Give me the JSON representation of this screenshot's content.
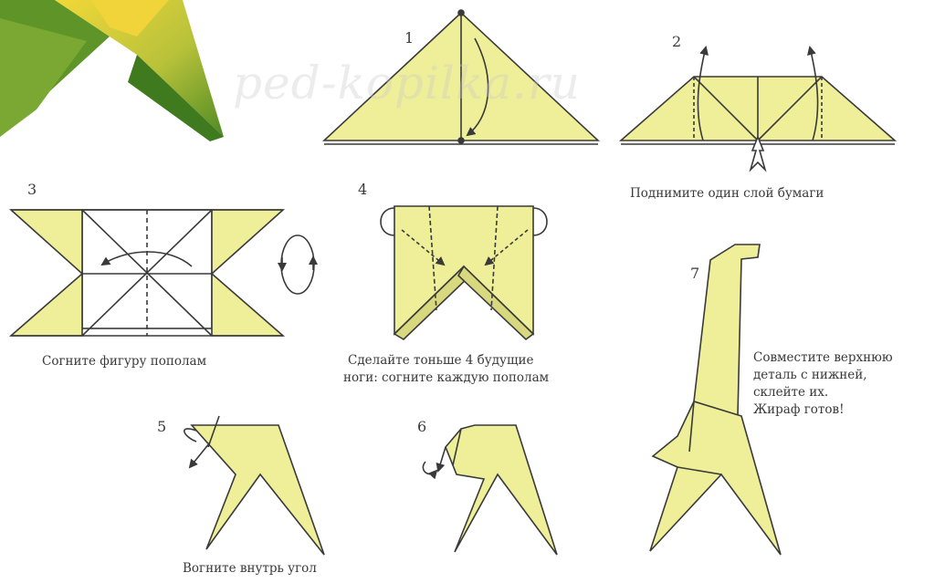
{
  "watermark": "ped-kopilka.ru",
  "colors": {
    "paper": "#eeef98",
    "paper_shade": "#d8d97e",
    "line": "#3a3a3a",
    "star_yellow": "#e8d23a",
    "star_green": "#6a9a2a"
  },
  "steps": [
    {
      "number": "1",
      "caption": ""
    },
    {
      "number": "2",
      "caption": "Поднимите один слой бумаги"
    },
    {
      "number": "3",
      "caption": "Согните фигуру пополам"
    },
    {
      "number": "4",
      "caption_lines": [
        "Сделайте тоньше 4 будущие",
        "ноги: согните каждую пополам"
      ]
    },
    {
      "number": "5",
      "caption": "Вогните внутрь угол"
    },
    {
      "number": "6",
      "caption": ""
    },
    {
      "number": "7",
      "caption_lines": [
        "Совместите верхнюю",
        "деталь с нижней,",
        "склейте их.",
        "Жираф готов!"
      ]
    }
  ]
}
